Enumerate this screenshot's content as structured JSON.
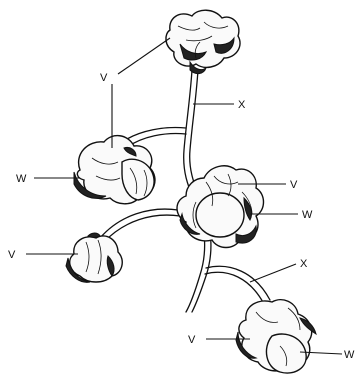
{
  "labels": {
    "v_top": "V",
    "x_upper": "X",
    "w_left": "W",
    "v_mid_right": "V",
    "w_mid_right": "W",
    "v_left_lower": "V",
    "x_lower": "X",
    "v_bottom": "V",
    "w_bottom": "W"
  }
}
